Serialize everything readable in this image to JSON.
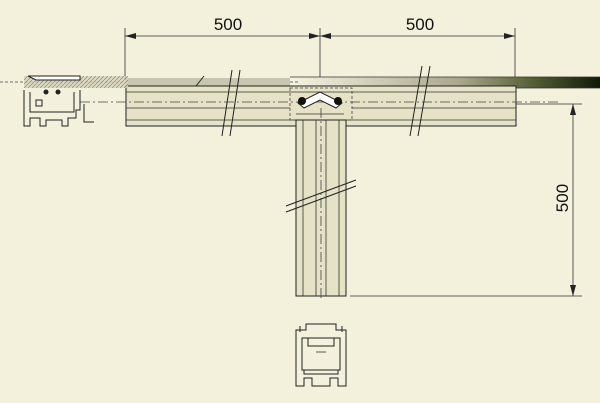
{
  "dimensions": {
    "left_width": "500",
    "right_width": "500",
    "stem_length": "500"
  },
  "colors": {
    "background": "#f3f0dc",
    "line": "#222222",
    "profile_fill": "#e6e2c6",
    "rail_dark": "#1b2a10"
  }
}
